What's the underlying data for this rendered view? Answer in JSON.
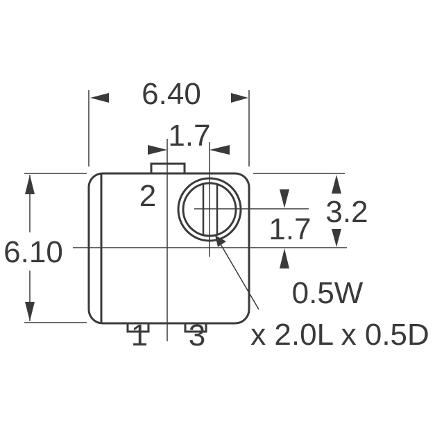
{
  "dimensions": {
    "overall_width": "6.40",
    "overall_height": "6.10",
    "shaft_offset_x": "1.7",
    "shaft_offset_y": "1.7",
    "shaft_from_top": "3.2"
  },
  "pins": {
    "pin1": "1",
    "pin2": "2",
    "pin3": "3"
  },
  "slot_note": {
    "line1": "0.5W",
    "line2": "x 2.0L x 0.5D"
  },
  "colors": {
    "line": "#3a3a3a",
    "background": "#ffffff"
  }
}
